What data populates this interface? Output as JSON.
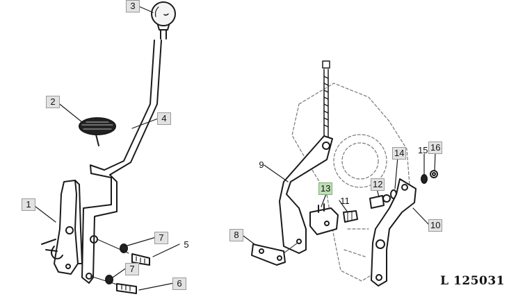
{
  "drawing_number": "L 125031",
  "callouts": {
    "c1": "1",
    "c2": "2",
    "c3": "3",
    "c4": "4",
    "c5": "5",
    "c6": "6",
    "c7a": "7",
    "c7b": "7",
    "c8": "8",
    "c9": "9",
    "c10": "10",
    "c11": "11",
    "c12": "12",
    "c13": "13",
    "c14": "14",
    "c15": "15",
    "c16": "16"
  },
  "colors": {
    "line": "#1a1a1a",
    "label_bg": "#e2e2e2",
    "highlight_bg": "#bfe0b6"
  }
}
